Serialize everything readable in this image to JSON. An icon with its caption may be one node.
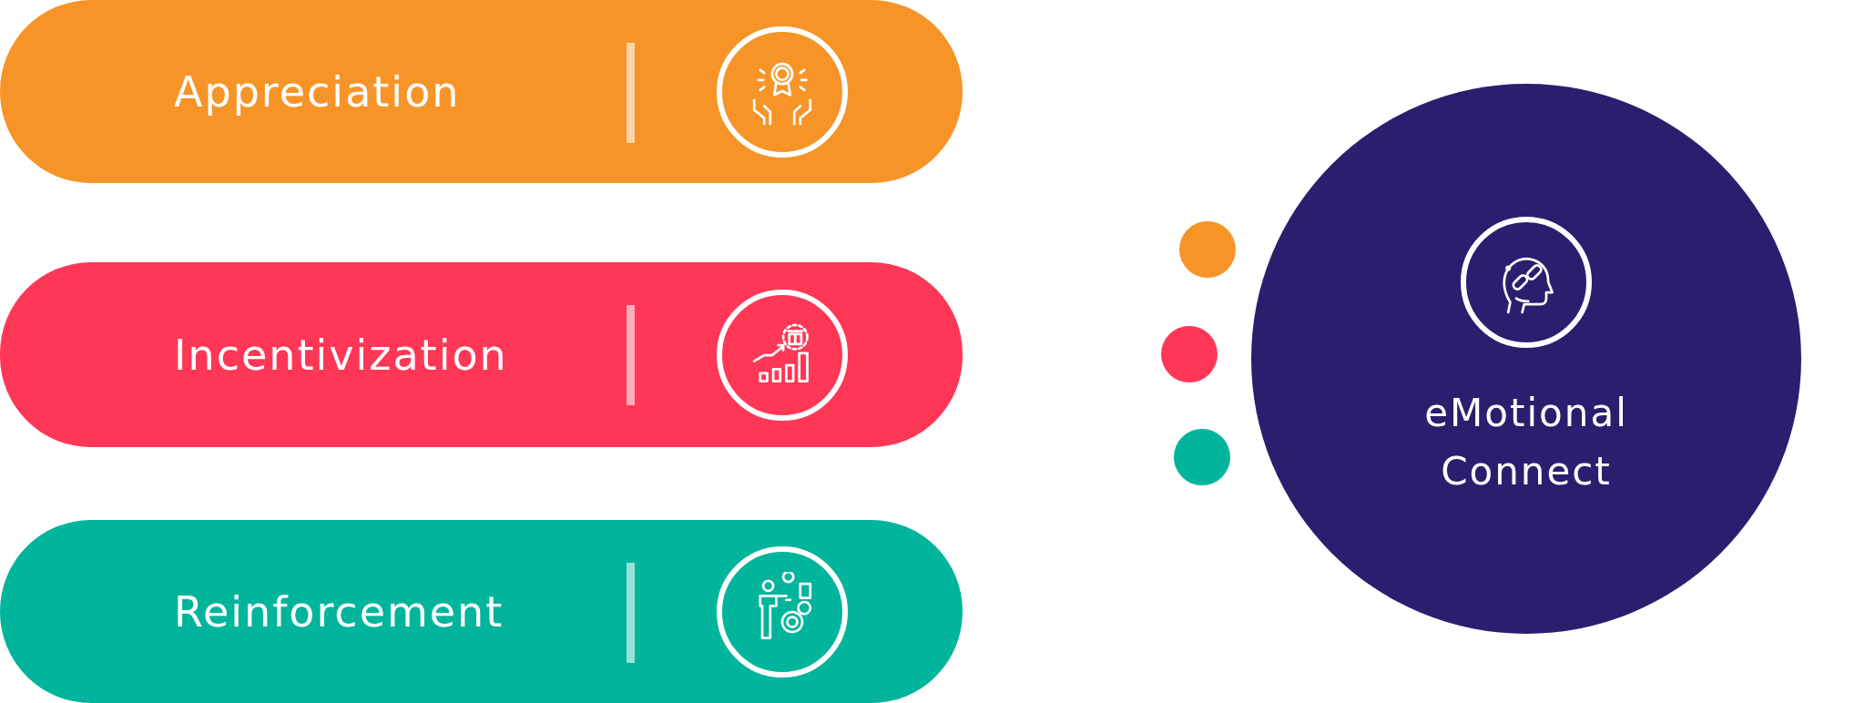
{
  "diagram": {
    "nodes": [
      {
        "text": [
          "Appreciation"
        ]
      },
      {
        "text": [
          "Incentivization"
        ]
      },
      {
        "text": [
          "Reinforcement"
        ]
      },
      {
        "text": [],
        "shape": "circle"
      },
      {
        "text": [],
        "shape": "circle"
      },
      {
        "text": [],
        "shape": "circle"
      },
      {
        "text": [
          "eMotional Connect"
        ]
      }
    ]
  }
}
